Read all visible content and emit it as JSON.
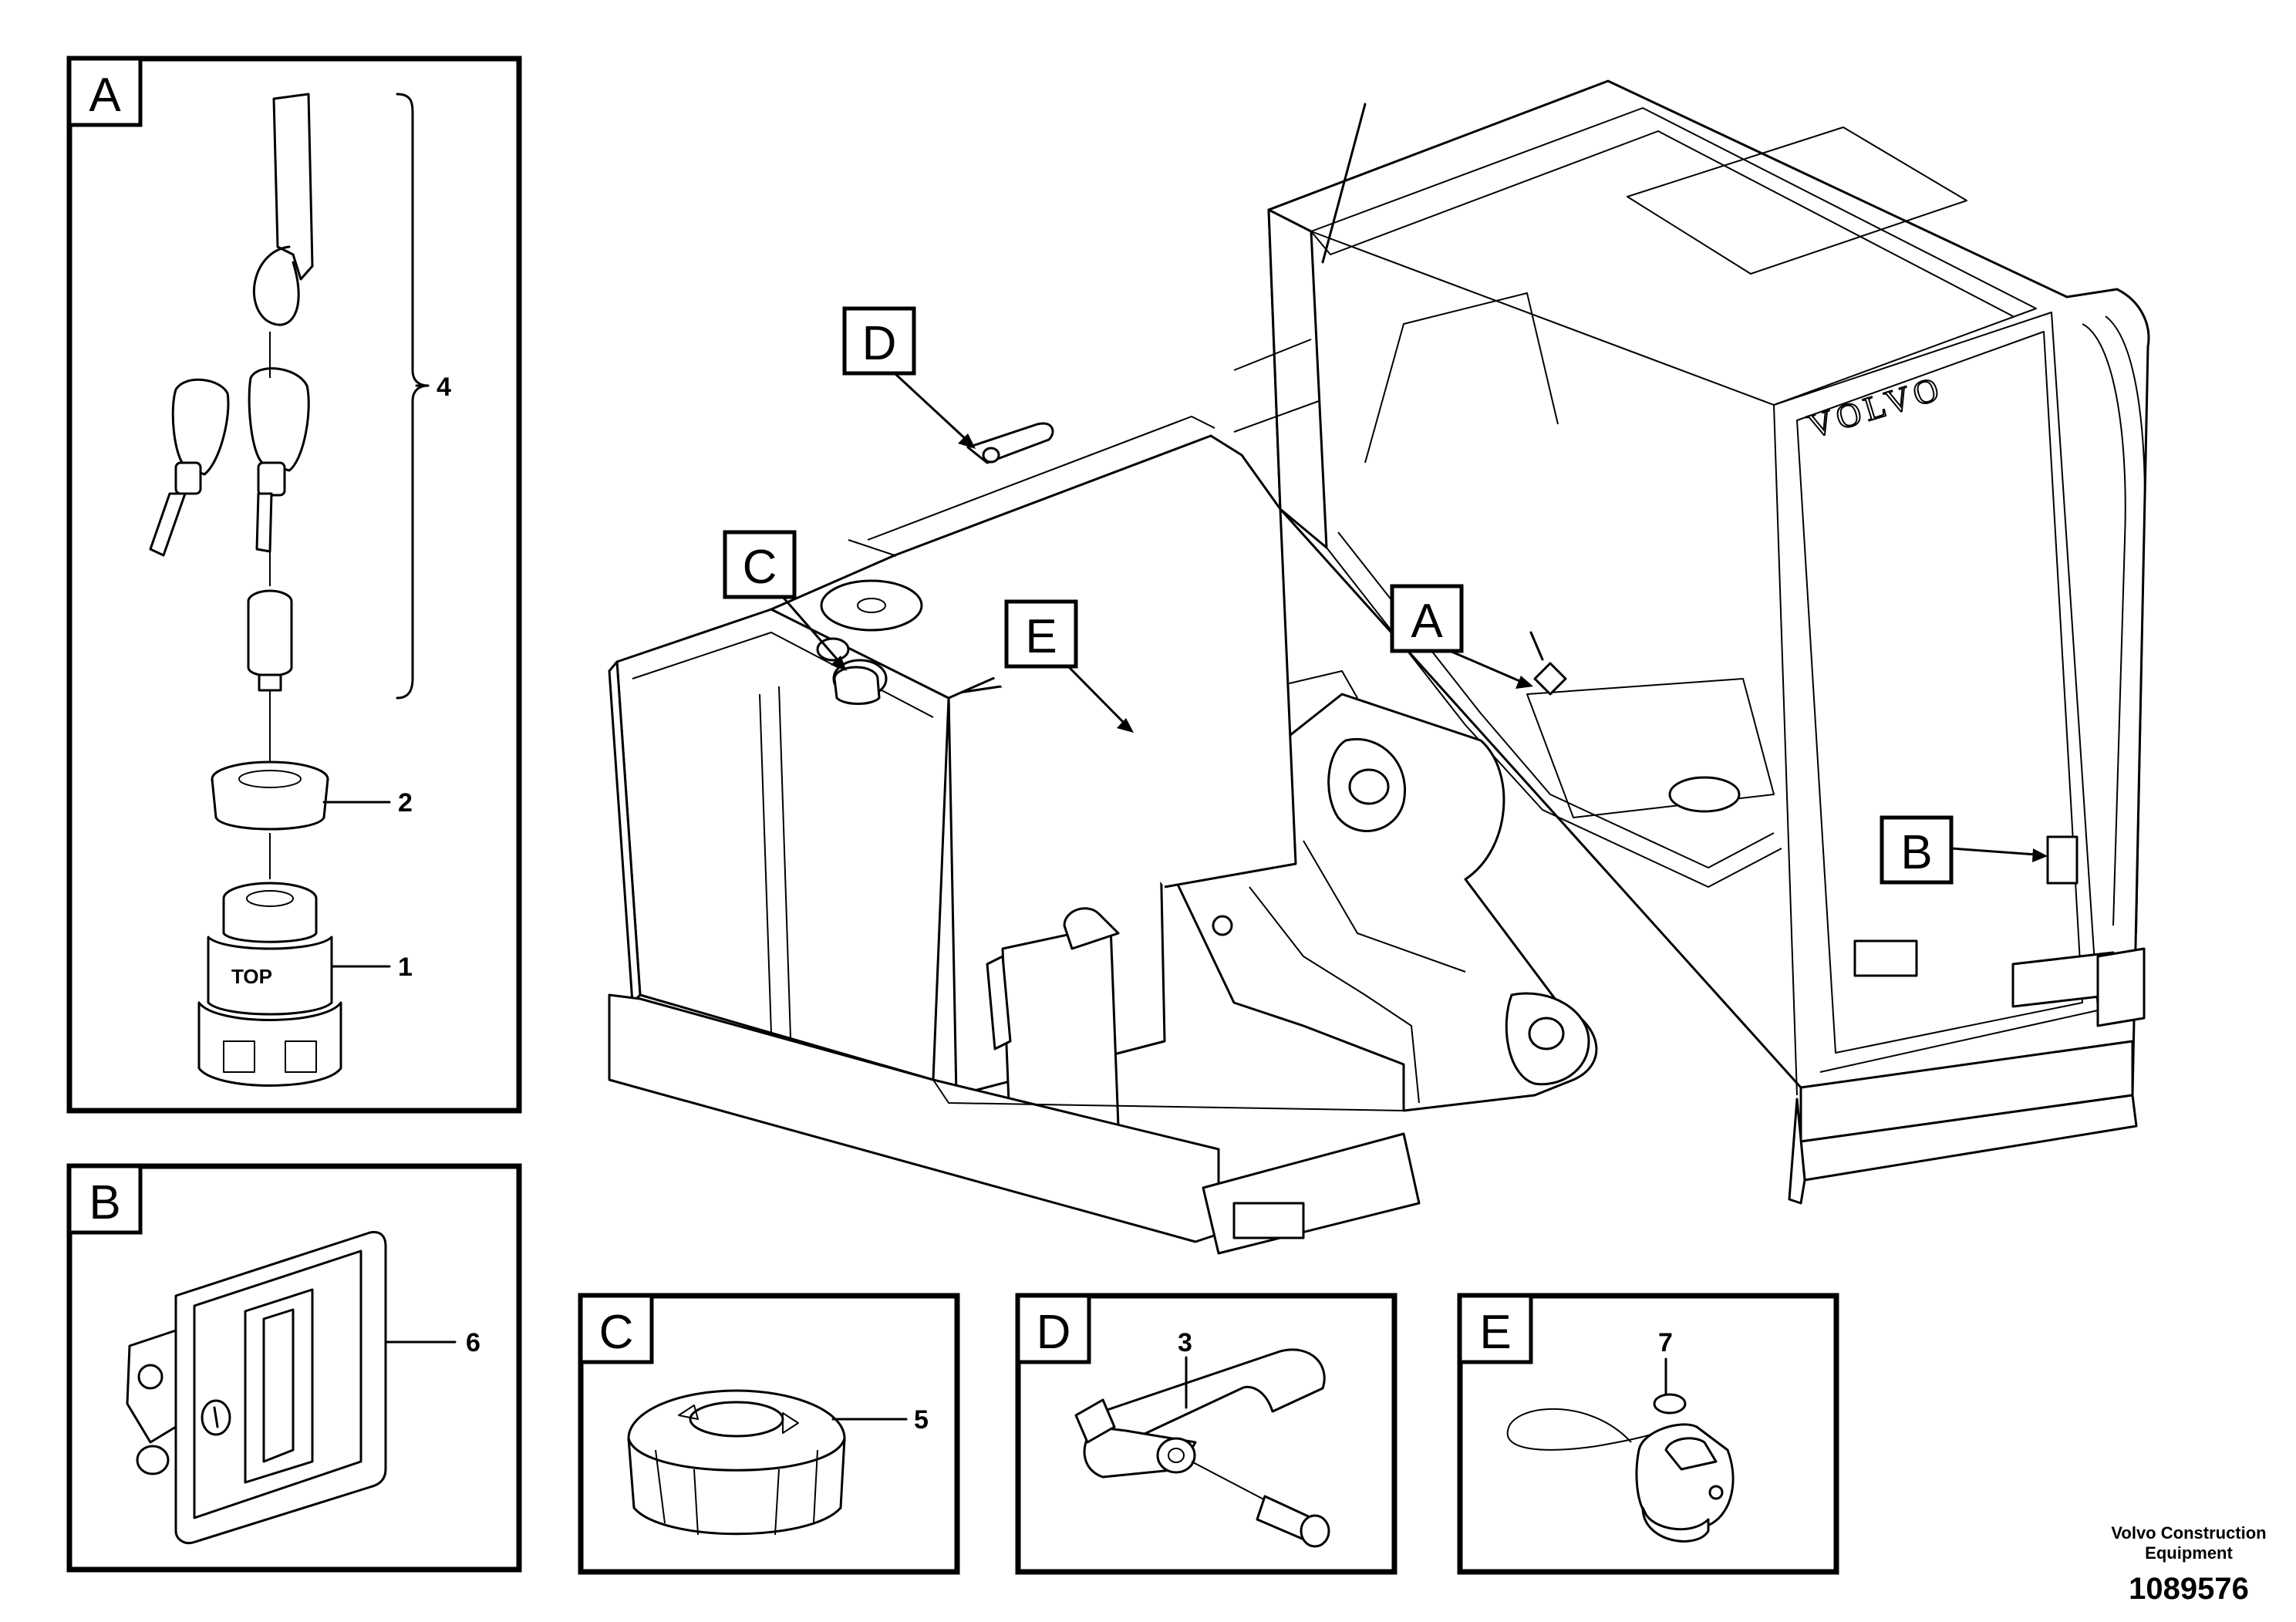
{
  "panels": {
    "A": {
      "tag": "A",
      "callouts": [
        "4",
        "2",
        "1"
      ],
      "body_text": "TOP"
    },
    "B": {
      "tag": "B",
      "callouts": [
        "6"
      ]
    },
    "C": {
      "tag": "C",
      "callouts": [
        "5"
      ]
    },
    "D": {
      "tag": "D",
      "callouts": [
        "3"
      ]
    },
    "E": {
      "tag": "E",
      "callouts": [
        "7"
      ]
    }
  },
  "main_view": {
    "tags": [
      "A",
      "B",
      "C",
      "D",
      "E"
    ],
    "cab_text": "VOLVO"
  },
  "footer": {
    "company_line1": "Volvo Construction",
    "company_line2": "Equipment",
    "drawing_number": "1089576"
  }
}
